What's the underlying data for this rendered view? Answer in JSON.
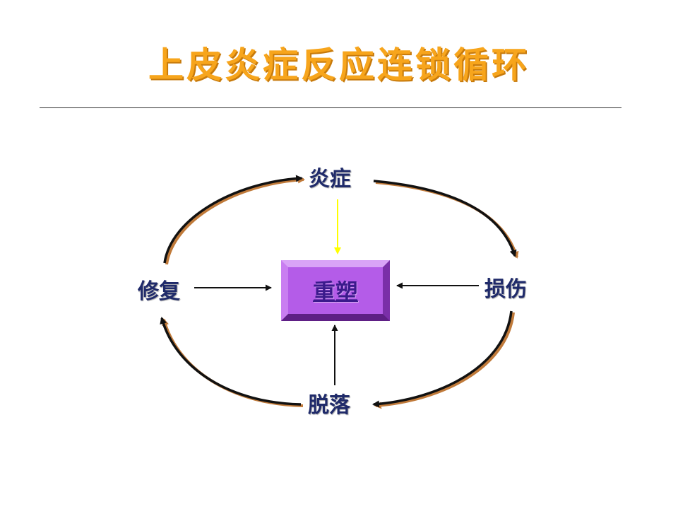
{
  "title": "上皮炎症反应连锁循环",
  "nodes": {
    "inflammation": "炎症",
    "injury": "损伤",
    "shedding": "脱落",
    "repair": "修复",
    "remodeling": "重塑"
  },
  "colors": {
    "title": "#F7A51C",
    "title_shadow": "#C77A0C",
    "node_text": "#1F2A6A",
    "center_box": "#B45CE8",
    "center_text": "#3B1A8C",
    "cycle_arrow": "#111111",
    "cycle_arrow_shadow": "#C07A3A",
    "highlight_arrow": "#FFFF00"
  }
}
